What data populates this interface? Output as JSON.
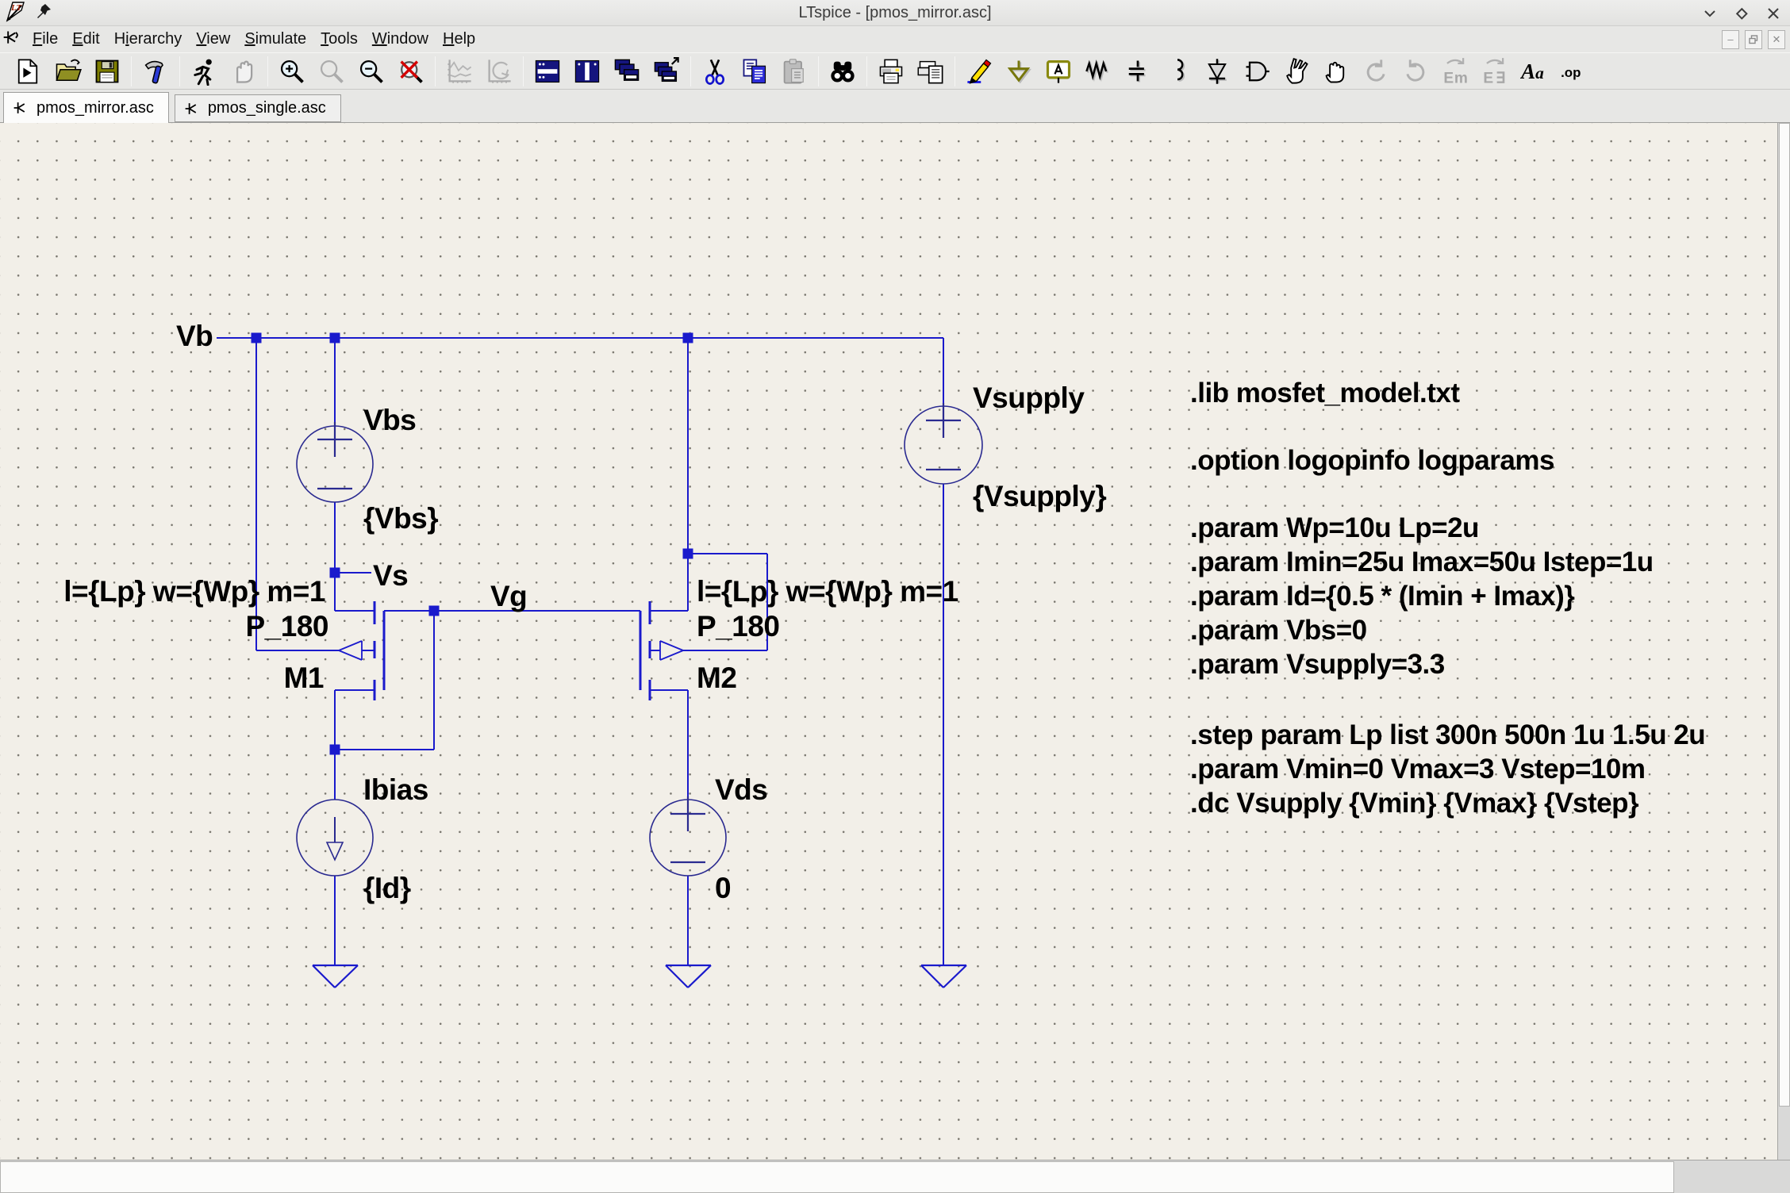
{
  "window": {
    "title": "LTspice - [pmos_mirror.asc]",
    "controls": {
      "shade": "chevron-down",
      "maximize": "diamond",
      "close": "x"
    }
  },
  "menu": {
    "items": [
      {
        "label": "File",
        "underline": 0
      },
      {
        "label": "Edit",
        "underline": 0
      },
      {
        "label": "Hierarchy",
        "underline": 1
      },
      {
        "label": "View",
        "underline": 0
      },
      {
        "label": "Simulate",
        "underline": 0
      },
      {
        "label": "Tools",
        "underline": 0
      },
      {
        "label": "Window",
        "underline": 0
      },
      {
        "label": "Help",
        "underline": 0
      }
    ]
  },
  "toolbar": {
    "groups": [
      [
        {
          "name": "new-schematic",
          "enabled": true
        },
        {
          "name": "open-file",
          "enabled": true
        },
        {
          "name": "save",
          "enabled": true
        }
      ],
      [
        {
          "name": "control-panel",
          "enabled": true
        }
      ],
      [
        {
          "name": "run-simulation",
          "enabled": true
        },
        {
          "name": "halt-simulation",
          "enabled": false
        }
      ],
      [
        {
          "name": "zoom-in",
          "enabled": true
        },
        {
          "name": "zoom-back",
          "enabled": false
        },
        {
          "name": "zoom-out",
          "enabled": true
        },
        {
          "name": "zoom-full-extents",
          "enabled": true
        }
      ],
      [
        {
          "name": "waveform-pane",
          "enabled": false
        },
        {
          "name": "efficiency-report",
          "enabled": false
        }
      ],
      [
        {
          "name": "tile-horizontal",
          "enabled": true
        },
        {
          "name": "tile-vertical",
          "enabled": true
        },
        {
          "name": "cascade-windows",
          "enabled": true
        },
        {
          "name": "arrange-windows",
          "enabled": true
        }
      ],
      [
        {
          "name": "cut",
          "enabled": true
        },
        {
          "name": "copy",
          "enabled": true
        },
        {
          "name": "paste",
          "enabled": false
        }
      ],
      [
        {
          "name": "find",
          "enabled": true
        }
      ],
      [
        {
          "name": "print",
          "enabled": true
        },
        {
          "name": "print-preview",
          "enabled": true
        }
      ],
      [
        {
          "name": "draw-wire",
          "enabled": true
        },
        {
          "name": "place-ground",
          "enabled": true
        },
        {
          "name": "place-net-label",
          "enabled": true
        },
        {
          "name": "place-resistor",
          "enabled": true
        },
        {
          "name": "place-capacitor",
          "enabled": true
        },
        {
          "name": "place-inductor",
          "enabled": true
        },
        {
          "name": "place-diode",
          "enabled": true
        },
        {
          "name": "place-component",
          "enabled": true
        },
        {
          "name": "move",
          "enabled": true
        },
        {
          "name": "drag",
          "enabled": true
        },
        {
          "name": "undo",
          "enabled": false
        },
        {
          "name": "redo",
          "enabled": false
        },
        {
          "name": "mirror",
          "enabled": false
        },
        {
          "name": "rotate",
          "enabled": false
        },
        {
          "name": "place-text",
          "enabled": true
        },
        {
          "name": "spice-directive",
          "enabled": true
        }
      ]
    ]
  },
  "tabs": [
    {
      "label": "pmos_mirror.asc",
      "active": true
    },
    {
      "label": "pmos_single.asc",
      "active": false
    }
  ],
  "schematic": {
    "nets": {
      "vb": "Vb",
      "vs": "Vs",
      "vg": "Vg"
    },
    "components": {
      "vbs": {
        "name": "Vbs",
        "value": "{Vbs}"
      },
      "ibias": {
        "name": "Ibias",
        "value": "{Id}"
      },
      "vds": {
        "name": "Vds",
        "value": "0"
      },
      "vsupply": {
        "name": "Vsupply",
        "value": "{Vsupply}"
      },
      "m1": {
        "name": "M1",
        "model": "P_180",
        "params": "l={Lp} w={Wp} m=1"
      },
      "m2": {
        "name": "M2",
        "model": "P_180",
        "params": "l={Lp} w={Wp} m=1"
      }
    },
    "directives": [
      ".lib mosfet_model.txt",
      ".option logopinfo logparams",
      ".param Wp=10u Lp=2u",
      ".param Imin=25u Imax=50u Istep=1u",
      ".param Id={0.5 * (Imin + Imax)}",
      ".param Vbs=0",
      ".param Vsupply=3.3",
      ".step param Lp list 300n 500n 1u 1.5u 2u",
      ".param Vmin=0 Vmax=3 Vstep=10m",
      ".dc Vsupply {Vmin} {Vmax} {Vstep}"
    ]
  },
  "colors": {
    "wire": "#1a1acc",
    "source_outline": "#2a2a90",
    "canvas": "#f2efe8",
    "chrome": "#e7e7e5",
    "text": "#000000"
  }
}
